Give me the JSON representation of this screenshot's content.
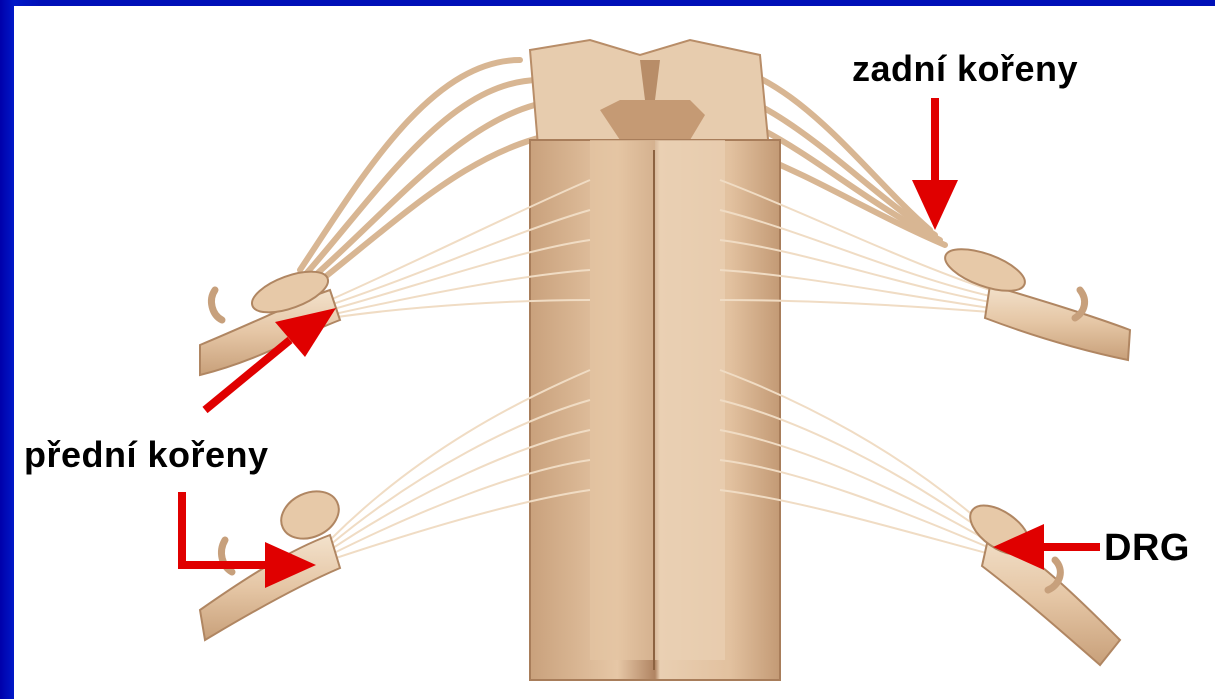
{
  "labels": {
    "dorsal_roots": "zadní kořeny",
    "ventral_roots": "přední kořeny",
    "drg": "DRG"
  },
  "colors": {
    "background": "#0010b8",
    "panel": "#ffffff",
    "arrow": "#e00000",
    "tissue": "#e8c8a8",
    "tissue_shadow": "#c49a74",
    "tissue_light": "#f6e6d2"
  },
  "icons": [
    "arrow-icon"
  ]
}
